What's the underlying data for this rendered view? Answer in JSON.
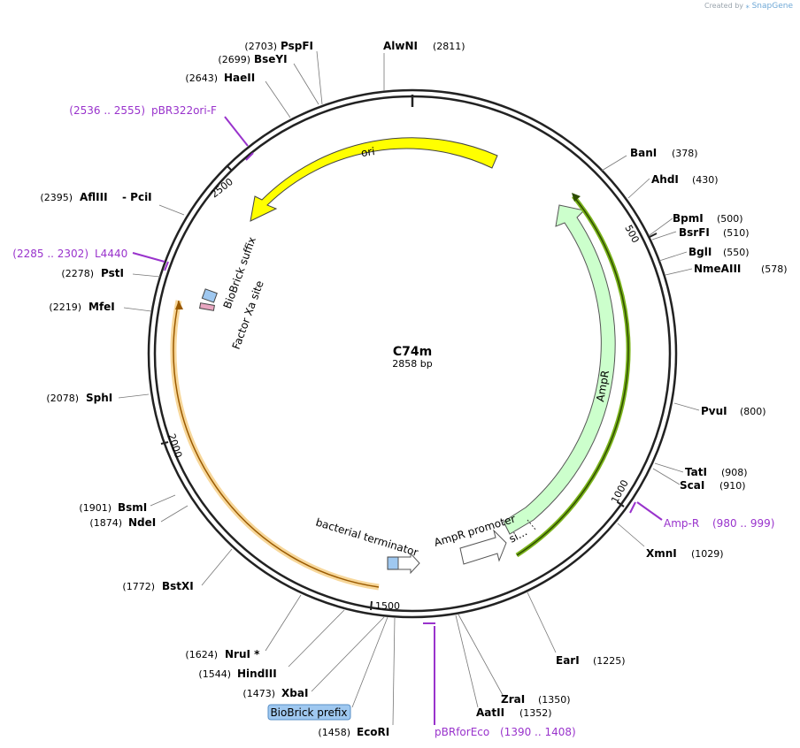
{
  "credit": {
    "prefix": "Created by",
    "brand": "SnapGene"
  },
  "plasmid": {
    "name": "C74m",
    "size_label": "2858 bp"
  },
  "colors": {
    "primer": "#9933cc",
    "ori": "#ffff00",
    "ampr": "#ccffcc",
    "terminator": "#f7d79a",
    "blue_feature": "#9fc8f0",
    "pink_feature": "#e8a6c0"
  },
  "sites": [
    {
      "name": "AlwNI",
      "pos": "(2811)"
    },
    {
      "name": "PspFI",
      "pos": "(2703)"
    },
    {
      "name": "BseYI",
      "pos": "(2699)"
    },
    {
      "name": "HaeII",
      "pos": "(2643)"
    },
    {
      "name": "AflIII",
      "extra": "- PciI",
      "pos": "(2395)"
    },
    {
      "name": "PstI",
      "pos": "(2278)"
    },
    {
      "name": "MfeI",
      "pos": "(2219)"
    },
    {
      "name": "SphI",
      "pos": "(2078)"
    },
    {
      "name": "BsmI",
      "pos": "(1901)"
    },
    {
      "name": "NdeI",
      "pos": "(1874)"
    },
    {
      "name": "BstXI",
      "pos": "(1772)"
    },
    {
      "name": "NruI *",
      "pos": "(1624)"
    },
    {
      "name": "HindIII",
      "pos": "(1544)"
    },
    {
      "name": "XbaI",
      "pos": "(1473)"
    },
    {
      "name": "EcoRI",
      "pos": "(1458)"
    },
    {
      "name": "BanI",
      "pos": "(378)"
    },
    {
      "name": "AhdI",
      "pos": "(430)"
    },
    {
      "name": "BpmI",
      "pos": "(500)"
    },
    {
      "name": "BsrFI",
      "pos": "(510)"
    },
    {
      "name": "BglI",
      "pos": "(550)"
    },
    {
      "name": "NmeAIII",
      "pos": "(578)"
    },
    {
      "name": "PvuI",
      "pos": "(800)"
    },
    {
      "name": "TatI",
      "pos": "(908)"
    },
    {
      "name": "ScaI",
      "pos": "(910)"
    },
    {
      "name": "XmnI",
      "pos": "(1029)"
    },
    {
      "name": "EarI",
      "pos": "(1225)"
    },
    {
      "name": "ZraI",
      "pos": "(1350)"
    },
    {
      "name": "AatII",
      "pos": "(1352)"
    }
  ],
  "primers": [
    {
      "name": "pBR322ori-F",
      "range": "(2536 .. 2555)"
    },
    {
      "name": "L4440",
      "range": "(2285 .. 2302)"
    },
    {
      "name": "Amp-R",
      "range": "(980 .. 999)"
    },
    {
      "name": "pBRforEco",
      "range": "(1390 .. 1408)"
    }
  ],
  "biobrick_prefix": "BioBrick prefix",
  "features": {
    "ori": "ori",
    "ampr": "AmpR",
    "ampr_promoter": "AmpR promoter",
    "signal": "si...",
    "terminator": "bacterial terminator",
    "biobrick_suffix": "BioBrick suffix",
    "factor_xa": "Factor Xa site"
  },
  "ticks": [
    "500",
    "1000",
    "1500",
    "2000",
    "2500"
  ]
}
